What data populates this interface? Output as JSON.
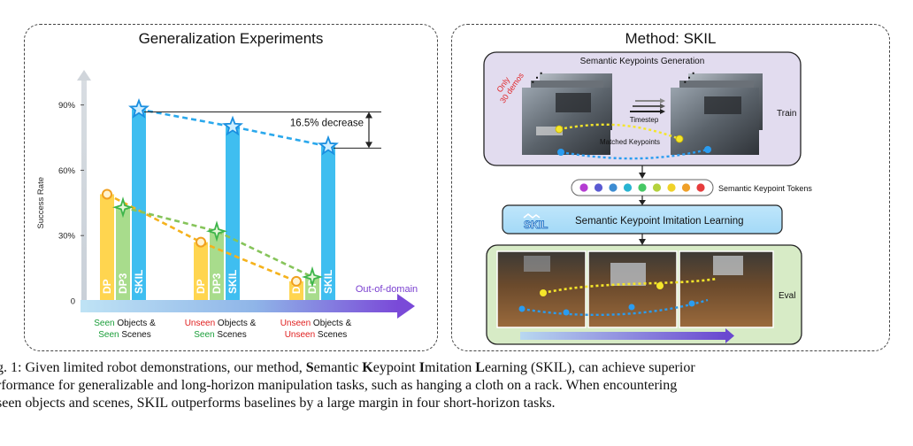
{
  "left": {
    "title": "Generalization Experiments",
    "decrease_label": "16.5% decrease",
    "arrow_label": "Out-of-domain",
    "groups": [
      {
        "line1_a": "Seen",
        "line1_b": " Objects &",
        "line2_a": "Seen",
        "line2_b": " Scenes",
        "line1_color": "#1b9e3a",
        "line2_color": "#1b9e3a"
      },
      {
        "line1_a": "Unseen",
        "line1_b": " Objects &",
        "line2_a": "Seen",
        "line2_b": " Scenes",
        "line1_color": "#e02020",
        "line2_color": "#1b9e3a"
      },
      {
        "line1_a": "Unseen",
        "line1_b": " Objects &",
        "line2_a": "Unseen",
        "line2_b": " Scenes",
        "line1_color": "#e02020",
        "line2_color": "#e02020"
      }
    ]
  },
  "chart_data": {
    "type": "bar",
    "ylabel": "Success Rate",
    "ytick_labels": [
      "0",
      "30%",
      "60%",
      "90%"
    ],
    "yticks": [
      0,
      30,
      60,
      90
    ],
    "ylim": [
      0,
      100
    ],
    "categories": [
      "Seen Objects & Seen Scenes",
      "Unseen Objects & Seen Scenes",
      "Unseen Objects & Unseen Scenes"
    ],
    "series": [
      {
        "name": "DP",
        "values": [
          49,
          27,
          9
        ],
        "color": "#ffd54f",
        "marker": "circle",
        "marker_color": "#f0a020",
        "line_color": "#f5b21c"
      },
      {
        "name": "DP3",
        "values": [
          43,
          32,
          11
        ],
        "color": "#a8dc8c",
        "marker": "star4",
        "marker_color": "#3db54a",
        "line_color": "#86c45a"
      },
      {
        "name": "SKIL",
        "values": [
          88,
          80,
          71
        ],
        "color": "#3fbef0",
        "marker": "star5",
        "marker_color": "#1a8fe0",
        "line_color": "#2aa8ec"
      }
    ]
  },
  "right": {
    "title": "Method: SKIL",
    "gen_title": "Semantic Keypoints Generation",
    "only_demos": "Only\n30 demos",
    "timestep": "Timestep",
    "matched": "Matched Keypoints",
    "train": "Train",
    "tokens_label": "Semantic Keypoint Tokens",
    "token_colors": [
      "#b43cd2",
      "#5a5ad2",
      "#3c8cd2",
      "#28b4d2",
      "#46c864",
      "#b4d23c",
      "#f0d228",
      "#f0a028",
      "#e63c3c"
    ],
    "logo": "SKIL",
    "imitation_label": "Semantic Keypoint Imitation Learning",
    "eval": "Eval"
  },
  "caption": {
    "line1": [
      {
        "t": "g. 1: Given limited robot demonstrations, our method, ",
        "b": false
      },
      {
        "t": "S",
        "b": true
      },
      {
        "t": "emantic ",
        "b": false
      },
      {
        "t": "K",
        "b": true
      },
      {
        "t": "eypoint ",
        "b": false
      },
      {
        "t": "I",
        "b": true
      },
      {
        "t": "mitation ",
        "b": false
      },
      {
        "t": "L",
        "b": true
      },
      {
        "t": "earning (SKIL), can achieve superior",
        "b": false
      }
    ],
    "line2": "rformance for generalizable and long-horizon manipulation tasks, such as hanging a cloth on a rack. When encountering",
    "line3": "seen objects and scenes, SKIL outperforms baselines by a large margin in four short-horizon tasks."
  }
}
